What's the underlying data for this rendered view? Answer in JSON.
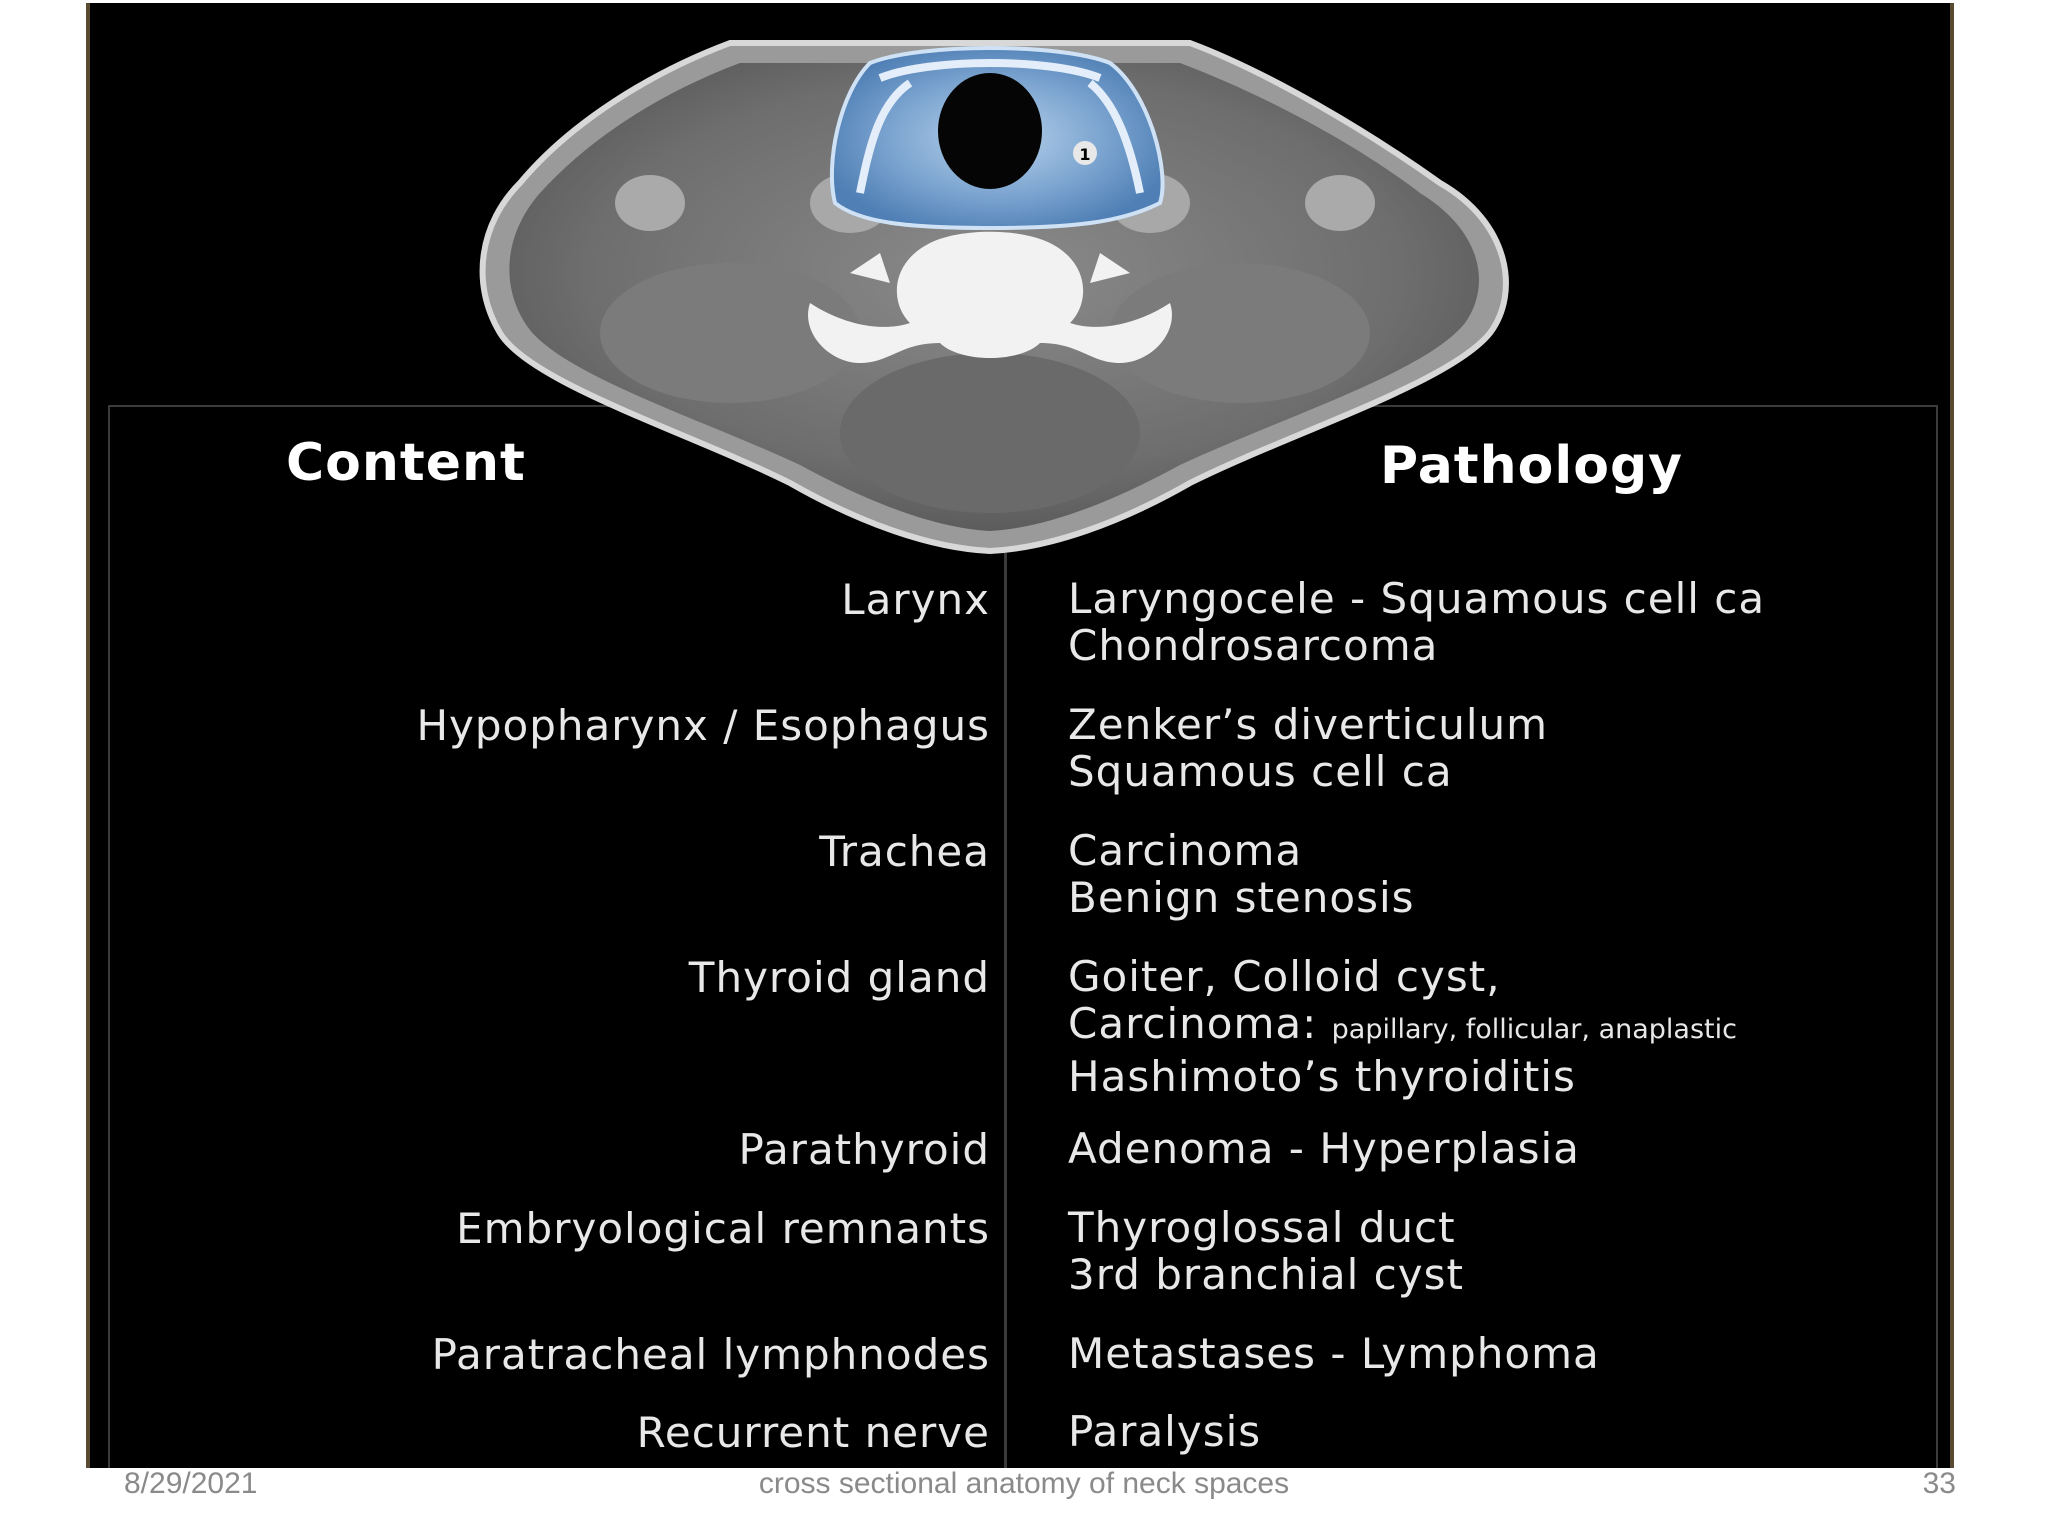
{
  "headers": {
    "content": "Content",
    "pathology": "Pathology"
  },
  "image_marker": "1",
  "rows": [
    {
      "content": "Larynx",
      "pathology": [
        "Laryngocele - Squamous cell ca",
        "Chondrosarcoma"
      ]
    },
    {
      "content": "Hypopharynx / Esophagus",
      "pathology": [
        "Zenker’s diverticulum",
        "Squamous cell ca"
      ]
    },
    {
      "content": "Trachea",
      "pathology": [
        "Carcinoma",
        "Benign stenosis"
      ]
    },
    {
      "content": "Thyroid gland",
      "pathology": [
        "Goiter, Colloid cyst,",
        "Carcinoma:",
        "Hashimoto’s thyroiditis"
      ],
      "pathology_small": "papillary, follicular, anaplastic"
    },
    {
      "content": "Parathyroid",
      "pathology": [
        "Adenoma - Hyperplasia"
      ]
    },
    {
      "content": "Embryological remnants",
      "pathology": [
        "Thyroglossal duct",
        "3rd branchial cyst"
      ]
    },
    {
      "content": "Paratracheal lymphnodes",
      "pathology": [
        "Metastases - Lymphoma"
      ]
    },
    {
      "content": "Recurrent nerve",
      "pathology": [
        "Paralysis"
      ]
    }
  ],
  "footer": {
    "date": "8/29/2021",
    "title": "cross sectional anatomy of neck spaces",
    "page": "33"
  }
}
